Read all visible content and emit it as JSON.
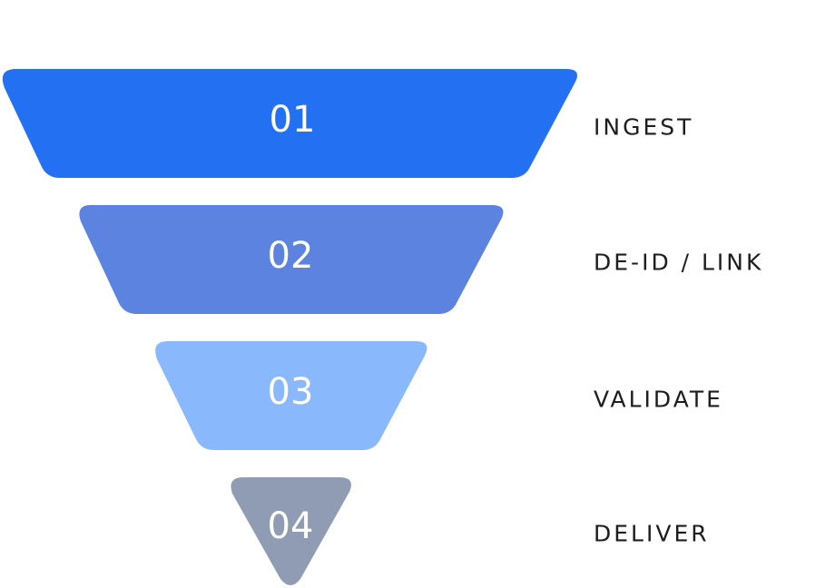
{
  "funnel": {
    "stages": [
      {
        "number": "01",
        "label": "INGEST",
        "color": "#2470f2"
      },
      {
        "number": "02",
        "label": "DE-ID / LINK",
        "color": "#5b83df"
      },
      {
        "number": "03",
        "label": "VALIDATE",
        "color": "#89b8fd"
      },
      {
        "number": "04",
        "label": "DELIVER",
        "color": "#8f9cb4"
      }
    ]
  }
}
